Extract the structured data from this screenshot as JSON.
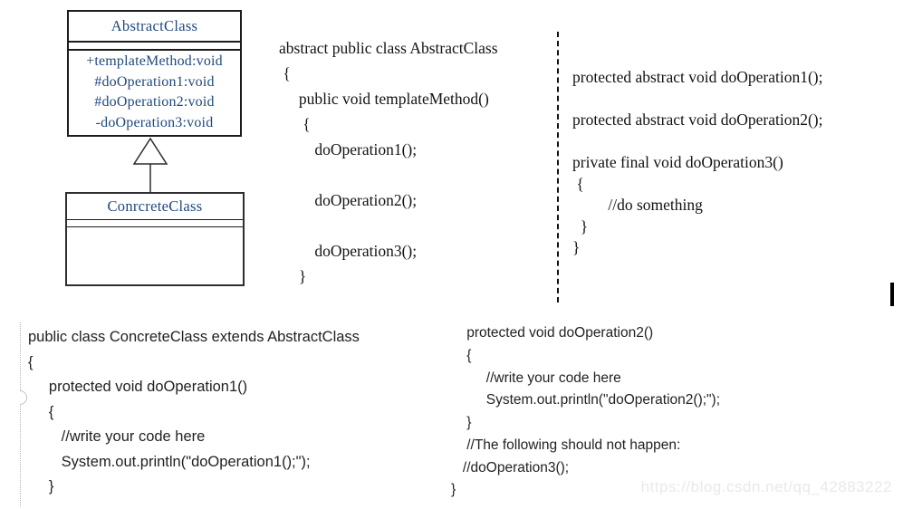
{
  "uml": {
    "abstract_class": {
      "name": "AbstractClass",
      "methods": [
        "+templateMethod:void",
        "#doOperation1:void",
        "#doOperation2:void",
        "-doOperation3:void"
      ]
    },
    "concrete_class": {
      "name": "ConrcreteClass"
    }
  },
  "code": {
    "abstract_class_upper": {
      "lines": [
        "abstract public class AbstractClass",
        " {",
        "     public void templateMethod()",
        "      {",
        "         doOperation1();",
        "",
        "         doOperation2();",
        "",
        "         doOperation3();",
        "     }"
      ]
    },
    "abstract_class_right": {
      "lines": [
        "protected abstract void doOperation1();",
        "",
        "protected abstract void doOperation2();",
        "",
        "private final void doOperation3()",
        " {",
        "         //do something",
        "  }",
        "}"
      ]
    },
    "concrete_class_left": {
      "lines": [
        "public class ConcreteClass extends AbstractClass",
        "{",
        "     protected void doOperation1()",
        "     {",
        "        //write your code here",
        "        System.out.println(\"doOperation1();\");",
        "     }"
      ]
    },
    "concrete_class_right": {
      "lines": [
        "    protected void doOperation2()",
        "    {",
        "         //write your code here",
        "         System.out.println(\"doOperation2();\");",
        "    }",
        "    //The following should not happen:",
        "   //doOperation3();",
        "}"
      ]
    }
  },
  "watermark": {
    "text": "https://blog.csdn.net/qq_42883222"
  },
  "colors": {
    "uml_text": "#1F497D",
    "serif_code_text": "#131313",
    "sans_code_text": "#222222",
    "divider": "#111111",
    "caret": "#000000",
    "watermark": "#e9e9e9",
    "box_border": "#1c1c1c"
  }
}
